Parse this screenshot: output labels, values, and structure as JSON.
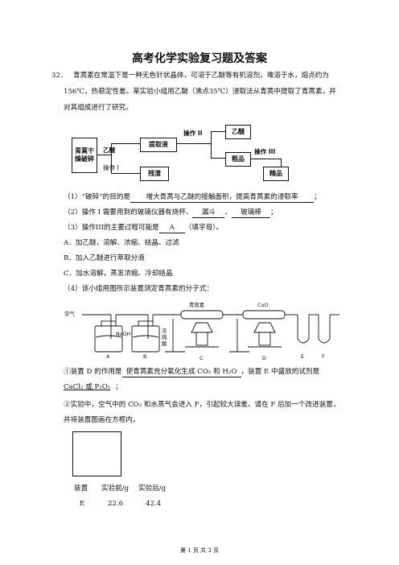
{
  "doc": {
    "title": "高考化学实验复习题及答案",
    "q_number": "32．",
    "intro_1": "青蒿素在常温下是一种无色针状晶体，可溶于乙醚等有机溶剂，难溶于水，熔点约为",
    "intro_2": "156℃，热稳定性差。某实验小组用乙醚（沸点35℃）浸取法从青蒿中提取了青蒿素，并",
    "intro_3": "对其组成进行了研究。",
    "flow": {
      "start": "青蒿干燥破碎",
      "solvent": "乙醚",
      "op1": "操作 I",
      "extract": "提取液",
      "residue": "残渣",
      "op2": "操作 II",
      "ether": "乙醚",
      "crude": "粗品",
      "op3": "操作 III",
      "crystal": "精品"
    },
    "q1_prefix": "（1）“破碎”的目的是",
    "q1_answer": "增大青蒿与乙醚的接触面积，提高青蒿素的浸取率",
    "q1_suffix": "；",
    "q2_prefix": "（2）操作 I 需要用到的玻璃仪器有烧杯、",
    "q2_answer1": "漏斗",
    "q2_sep": "、",
    "q2_answer2": "玻璃棒",
    "q2_suffix": "；",
    "q3_prefix": "（3）操作III的主要过程可能是",
    "q3_answer": "A",
    "q3_suffix": "（填字母）。",
    "optA": "A．加乙醚，溶解、浓缩、结晶、过滤",
    "optB": "B．加入乙醚进行萃取分液",
    "optC": "C．加水溶解，蒸发浓缩、冷却结晶",
    "q4": "（4）该小组用图所示装置测定青蒿素的分子式：",
    "apparatus": {
      "air": "空气",
      "sample": "青蒿素",
      "cuo": "CuO",
      "naoh": "NaOH",
      "acid": "浓硫酸",
      "A": "A",
      "B": "B",
      "C": "C",
      "D": "D",
      "E": "E",
      "F": "F"
    },
    "s1_prefix": "①装置 D 的作用是",
    "s1_answer": "使青蒿素充分氧化生成 CO₂ 和 H₂O",
    "s1_mid": "，装置 E 中盛放的试剂是",
    "s1_answer2": "CaCl₂ 或 P₂O₅",
    "s1_suffix": "；",
    "s2_line1": "②实验中，空气中的 CO₂ 和水蒸气会进入 F，引起较大误差。请在 F 后加一个改进装置，",
    "s2_line2": "并将装置图画在方框内。",
    "table": {
      "headers": [
        "装置",
        "实验前/g",
        "实验后/g"
      ],
      "row": [
        "E",
        "22.6",
        "42.4"
      ]
    },
    "footer": "第 1 页 共 3 页"
  }
}
